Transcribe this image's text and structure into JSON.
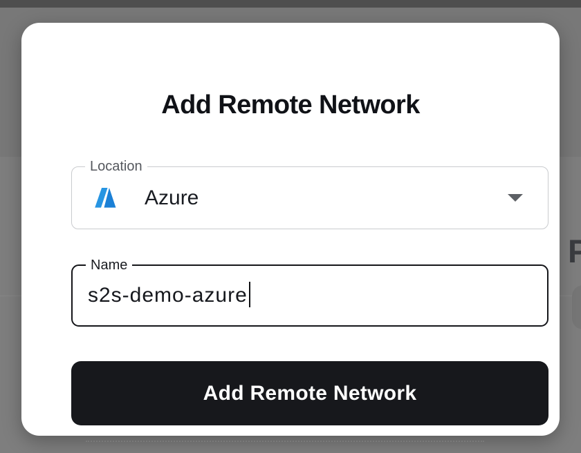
{
  "backdrop": {
    "partial_letter": "P"
  },
  "modal": {
    "title": "Add Remote Network",
    "fields": {
      "location": {
        "label": "Location",
        "value": "Azure",
        "icon": "azure-logo-icon"
      },
      "name": {
        "label": "Name",
        "value": "s2s-demo-azure"
      }
    },
    "submit_button": {
      "label": "Add Remote Network"
    }
  },
  "colors": {
    "backdrop": "#7e7e7e",
    "background_header_strip": "#4e4e4e",
    "azure_blue_light": "#2795e2",
    "azure_blue": "#1b80d6",
    "field_border": "#c9cbce",
    "focus_border": "#141519",
    "button_bg": "#17181c",
    "button_text": "#ffffff"
  }
}
